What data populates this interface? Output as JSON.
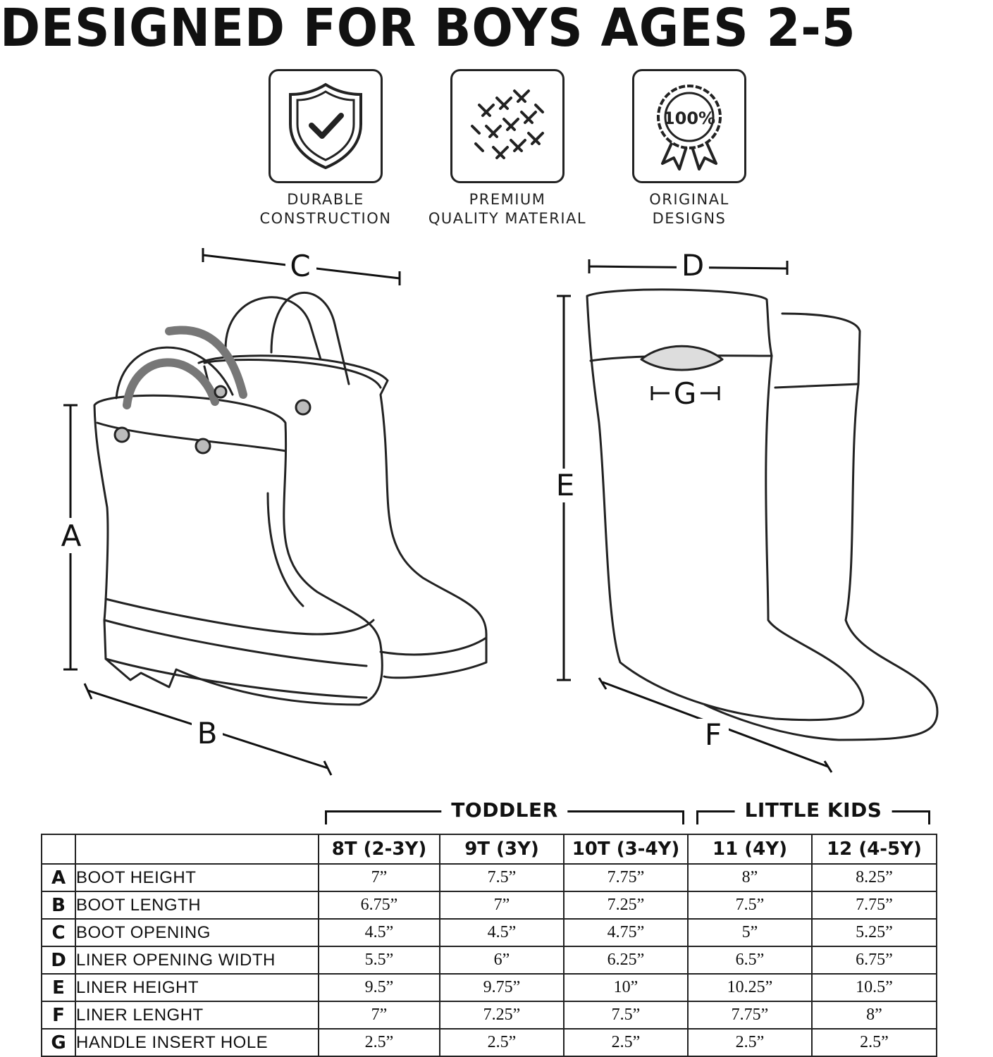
{
  "headline": "DESIGNED FOR BOYS AGES 2-5",
  "features": [
    {
      "icon": "shield-check-icon",
      "line1": "DURABLE",
      "line2": "CONSTRUCTION"
    },
    {
      "icon": "fabric-weave-icon",
      "line1": "PREMIUM",
      "line2": "QUALITY MATERIAL"
    },
    {
      "icon": "award-ribbon-icon",
      "badge": "100%",
      "line1": "ORIGINAL",
      "line2": "DESIGNS"
    }
  ],
  "dimension_labels": {
    "a": "A",
    "b": "B",
    "c": "C",
    "d": "D",
    "e": "E",
    "f": "F",
    "g": "G"
  },
  "size_groups": {
    "toddler": "TODDLER",
    "little_kids": "LITTLE KIDS"
  },
  "table": {
    "columns": [
      "8T (2-3Y)",
      "9T (3Y)",
      "10T (3-4Y)",
      "11 (4Y)",
      "12 (4-5Y)"
    ],
    "rows": [
      {
        "letter": "A",
        "label": "BOOT HEIGHT",
        "values": [
          "7”",
          "7.5”",
          "7.75”",
          "8”",
          "8.25”"
        ]
      },
      {
        "letter": "B",
        "label": "BOOT LENGTH",
        "values": [
          "6.75”",
          "7”",
          "7.25”",
          "7.5”",
          "7.75”"
        ]
      },
      {
        "letter": "C",
        "label": "BOOT OPENING",
        "values": [
          "4.5”",
          "4.5”",
          "4.75”",
          "5”",
          "5.25”"
        ]
      },
      {
        "letter": "D",
        "label": "LINER OPENING WIDTH",
        "values": [
          "5.5”",
          "6”",
          "6.25”",
          "6.5”",
          "6.75”"
        ]
      },
      {
        "letter": "E",
        "label": "LINER HEIGHT",
        "values": [
          "9.5”",
          "9.75”",
          "10”",
          "10.25”",
          "10.5”"
        ]
      },
      {
        "letter": "F",
        "label": "LINER LENGHT",
        "values": [
          "7”",
          "7.25”",
          "7.5”",
          "7.75”",
          "8”"
        ]
      },
      {
        "letter": "G",
        "label": "HANDLE INSERT HOLE",
        "values": [
          "2.5”",
          "2.5”",
          "2.5”",
          "2.5”",
          "2.5”"
        ]
      }
    ]
  }
}
